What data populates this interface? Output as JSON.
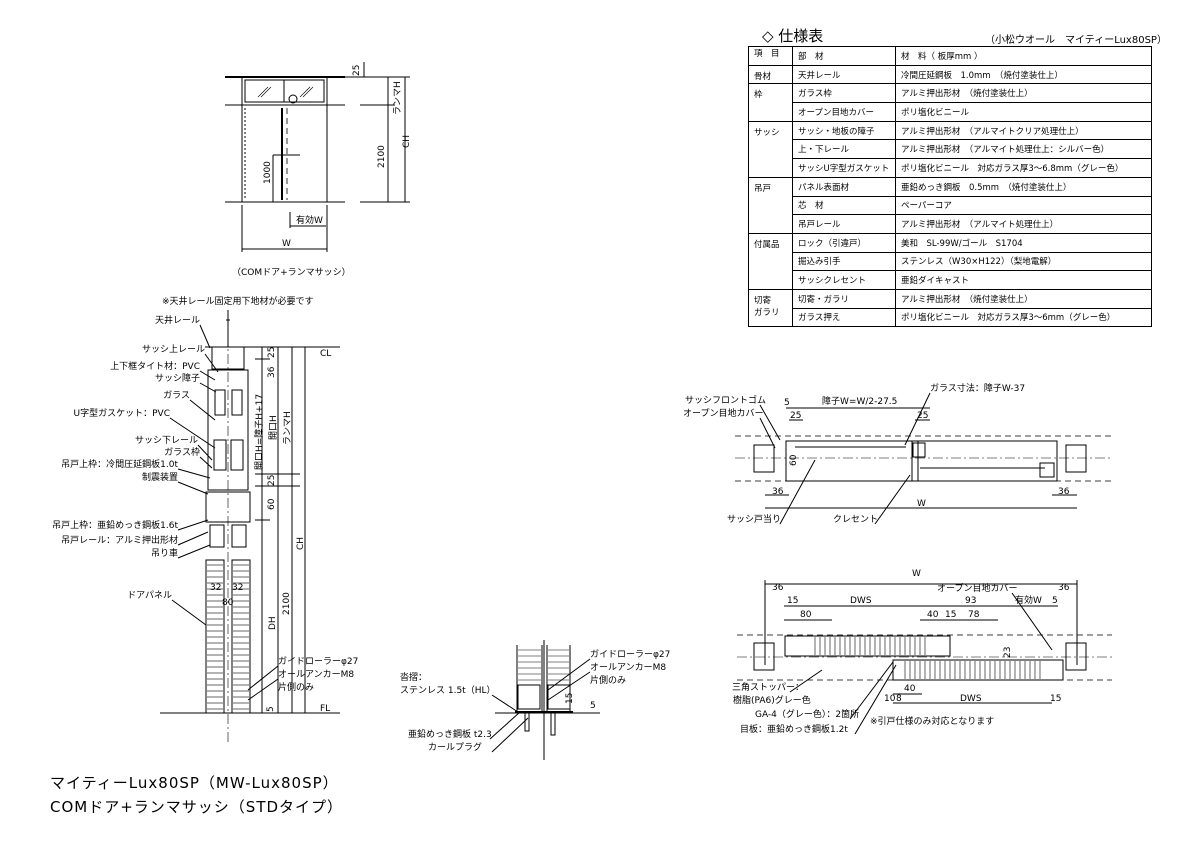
{
  "spec": {
    "title": "◇ 仕様表",
    "subtitle": "（小松ウオール　マイティーLux80SP）",
    "header": [
      "項　目",
      "部　材",
      "材　料（ 板厚mm ）"
    ],
    "groups": [
      {
        "name": "骨材",
        "rows": [
          [
            "天井レール",
            "冷間圧延鋼板　1.0mm　（焼付塗装仕上）"
          ]
        ]
      },
      {
        "name": "枠",
        "rows": [
          [
            "ガラス枠",
            "アルミ押出形材　（焼付塗装仕上）"
          ],
          [
            "オープン目地カバー",
            "ポリ塩化ビニール"
          ]
        ]
      },
      {
        "name": "サッシ",
        "rows": [
          [
            "サッシ・地板の障子",
            "アルミ押出形材　（アルマイトクリア処理仕上）"
          ],
          [
            "上・下レール",
            "アルミ押出形材　（アルマイト処理仕上：シルバー色）"
          ],
          [
            "サッシU字型ガスケット",
            "ポリ塩化ビニール　対応ガラス厚3～6.8mm（グレー色）"
          ]
        ]
      },
      {
        "name": "吊戸",
        "rows": [
          [
            "パネル表面材",
            "亜鉛めっき鋼板　0.5mm　（焼付塗装仕上）"
          ],
          [
            "芯　材",
            "ペーパーコア"
          ],
          [
            "吊戸レール",
            "アルミ押出形材　（アルマイト処理仕上）"
          ]
        ]
      },
      {
        "name": "付属品",
        "rows": [
          [
            "ロック（引違戸）",
            "美和　SL-99W/ゴール　S1704"
          ],
          [
            "掘込み引手",
            "ステンレス（W30×H122）（梨地電解）"
          ],
          [
            "サッシクレセント",
            "亜鉛ダイキャスト"
          ]
        ]
      },
      {
        "name": "切寄\nガラリ",
        "rows": [
          [
            "切寄・ガラリ",
            "アルミ押出形材　（焼付塗装仕上）"
          ],
          [
            "ガラス押え",
            "ポリ塩化ビニール　対応ガラス厚3～6mm（グレー色）"
          ]
        ]
      }
    ]
  },
  "elevation": {
    "dims": {
      "top": "25",
      "ranma": "ランマH",
      "h2100": "2100",
      "ch": "CH",
      "h1000": "1000",
      "effective_w": "有効W",
      "w": "W"
    },
    "caption": "（COMドア+ランマサッシ）"
  },
  "section": {
    "note": "※天井レール固定用下地材が必要です",
    "labels": [
      "天井レール",
      "サッシ上レール",
      "上下框タイト材：PVC",
      "サッシ障子",
      "ガラス",
      "U字型ガスケット：PVC",
      "サッシ下レール",
      "ガラス枠",
      "吊戸上枠：冷間圧延鋼板1.0t",
      "制震装置",
      "吊戸上枠：亜鉛めっき鋼板1.6t",
      "吊戸レール：アルミ押出形材",
      "吊り車",
      "ドアパネル",
      "ガイドローラーφ27",
      "オールアンカーM8",
      "片側のみ"
    ],
    "dims": {
      "d25a": "25",
      "d36": "36",
      "opening": "開口H=障子H+17",
      "openh": "開口H",
      "ranma": "ランマH",
      "d25b": "25",
      "d60": "60",
      "ch": "CH",
      "d2100": "2100",
      "dh": "DH",
      "d32a": "32",
      "d32b": "32",
      "d80": "80",
      "d5": "5",
      "cl": "CL",
      "fl": "FL"
    }
  },
  "floor_detail": {
    "labels": [
      "沓摺：",
      "ステンレス 1.5t（HL）",
      "亜鉛めっき鋼板 t2.3",
      "カールプラグ",
      "ガイドローラーφ27",
      "オールアンカーM8",
      "片側のみ"
    ],
    "dims": {
      "d15": "15",
      "d5": "5"
    }
  },
  "plan_sash": {
    "labels": [
      "サッシフロントゴム",
      "オープン目地カバー",
      "ガラス寸法：障子W-37",
      "サッシ戸当り",
      "クレセント"
    ],
    "dims": {
      "d5": "5",
      "shoji": "障子W=W/2-27.5",
      "d25a": "25",
      "d25b": "25",
      "d36a": "36",
      "d36b": "36",
      "w": "W",
      "d60": "60"
    }
  },
  "plan_door": {
    "labels": [
      "オープン目地カバー",
      "三角ストッパー：",
      "樹脂(PA6)グレー色",
      "GA-4（グレー色）：2箇所",
      "目板：亜鉛めっき鋼板1.2t",
      "※引戸仕様のみ対応となります"
    ],
    "dims": {
      "w": "W",
      "d36a": "36",
      "d36b": "36",
      "d15a": "15",
      "dws1": "DWS",
      "d93": "93",
      "yuko": "有効W",
      "d5": "5",
      "d80": "80",
      "d40a": "40",
      "d15b": "15",
      "d78": "78",
      "d40b": "40",
      "d10": "10",
      "d8": "8",
      "dws2": "DWS",
      "d15c": "15",
      "d23": "23"
    }
  },
  "title": {
    "line1": "マイティーLux80SP（MW-Lux80SP）",
    "line2": "COMドア+ランマサッシ（STDタイプ）"
  }
}
